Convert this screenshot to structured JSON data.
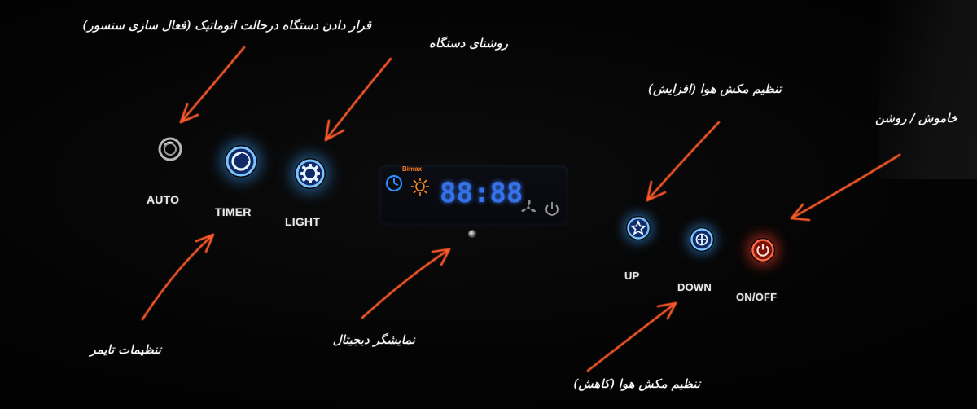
{
  "buttons": {
    "auto": "AUTO",
    "timer": "TIMER",
    "light": "LIGHT",
    "up": "UP",
    "down": "DOWN",
    "onoff": "ON/OFF"
  },
  "display": {
    "brand": "Bimax",
    "digits": "88:88",
    "icons": [
      "clock-icon",
      "sun-icon",
      "fan-icon",
      "power-icon"
    ]
  },
  "annotations": {
    "auto": "قرار دادن دستگاه درحالت اتوماتیک (فعال سازی سنسور)",
    "light": "روشنای دستگاه",
    "timer": "تنظیمات تایمر",
    "display": "نمایشگر دیجیتال",
    "up": "تنظیم مکش هوا (افزایش)",
    "down": "تنظیم مکش هوا (کاهش)",
    "onoff": "خاموش / روشن"
  },
  "colors": {
    "blue_glow": "#3aa0ff",
    "red_glow": "#ff3a2a",
    "arrow": "#ff5a2a",
    "brand": "#ff7a1a"
  }
}
